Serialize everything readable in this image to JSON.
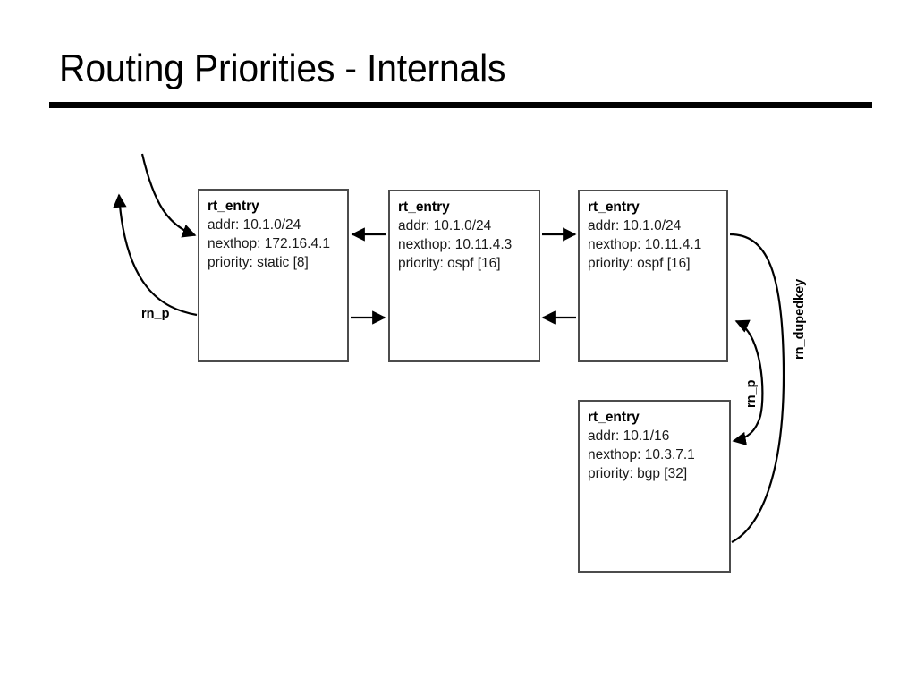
{
  "slide": {
    "title": "Routing Priorities - Internals"
  },
  "diagram": {
    "type": "linked-list-structure",
    "nodes": [
      {
        "id": "node-1",
        "struct": "rt_entry",
        "addr": "addr: 10.1.0/24",
        "nexthop": "nexthop: 172.16.4.1",
        "priority": "priority: static [8]"
      },
      {
        "id": "node-2",
        "struct": "rt_entry",
        "addr": "addr: 10.1.0/24",
        "nexthop": "nexthop: 10.11.4.3",
        "priority": "priority: ospf [16]"
      },
      {
        "id": "node-3",
        "struct": "rt_entry",
        "addr": "addr: 10.1.0/24",
        "nexthop": "nexthop: 10.11.4.1",
        "priority": "priority: ospf [16]"
      },
      {
        "id": "node-4",
        "struct": "rt_entry",
        "addr": "addr: 10.1/16",
        "nexthop": "nexthop: 10.3.7.1",
        "priority": "priority: bgp [32]"
      }
    ],
    "edge_labels": {
      "rn_p_left": "rn_p",
      "rn_p_right": "rn_p",
      "rn_dupedkey": "rn_dupedkey"
    },
    "colors": {
      "stroke": "#000000",
      "box_border": "#4c4c4c",
      "text": "#1a1a1a",
      "background": "#ffffff"
    }
  }
}
